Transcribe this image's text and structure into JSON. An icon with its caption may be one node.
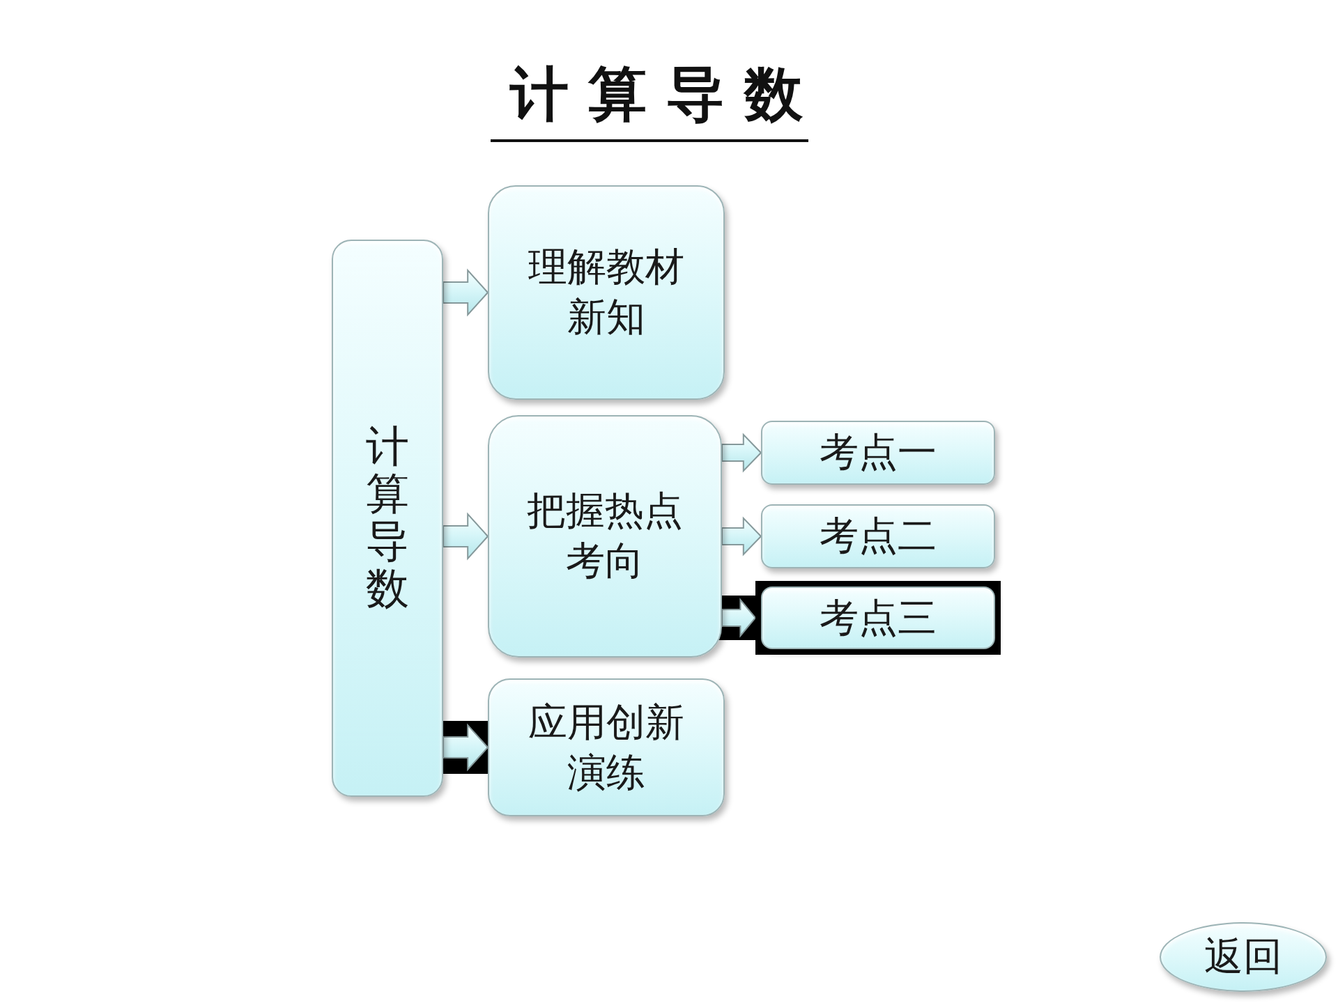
{
  "diagram": {
    "title": "计算导数",
    "nodes": [
      {
        "text": [
          "计算导数"
        ]
      },
      {
        "text": [
          "理解教材新知"
        ]
      },
      {
        "text": [
          "把握热点考向"
        ]
      },
      {
        "text": [
          "考点一"
        ]
      },
      {
        "text": [
          "考点二"
        ]
      },
      {
        "text": [
          "考点三"
        ]
      },
      {
        "text": [
          "应用创新演练"
        ]
      },
      {
        "text": [
          "返回"
        ]
      }
    ],
    "edges": [
      {
        "from": 0,
        "to": 1,
        "arrow": "to"
      },
      {
        "from": 0,
        "to": 2,
        "arrow": "to"
      },
      {
        "from": 2,
        "to": 3,
        "arrow": "to"
      },
      {
        "from": 2,
        "to": 4,
        "arrow": "to"
      },
      {
        "from": 2,
        "to": 5,
        "arrow": "to",
        "color": "#000000"
      },
      {
        "from": 0,
        "to": 6,
        "arrow": "to",
        "color": "#000000"
      }
    ]
  }
}
